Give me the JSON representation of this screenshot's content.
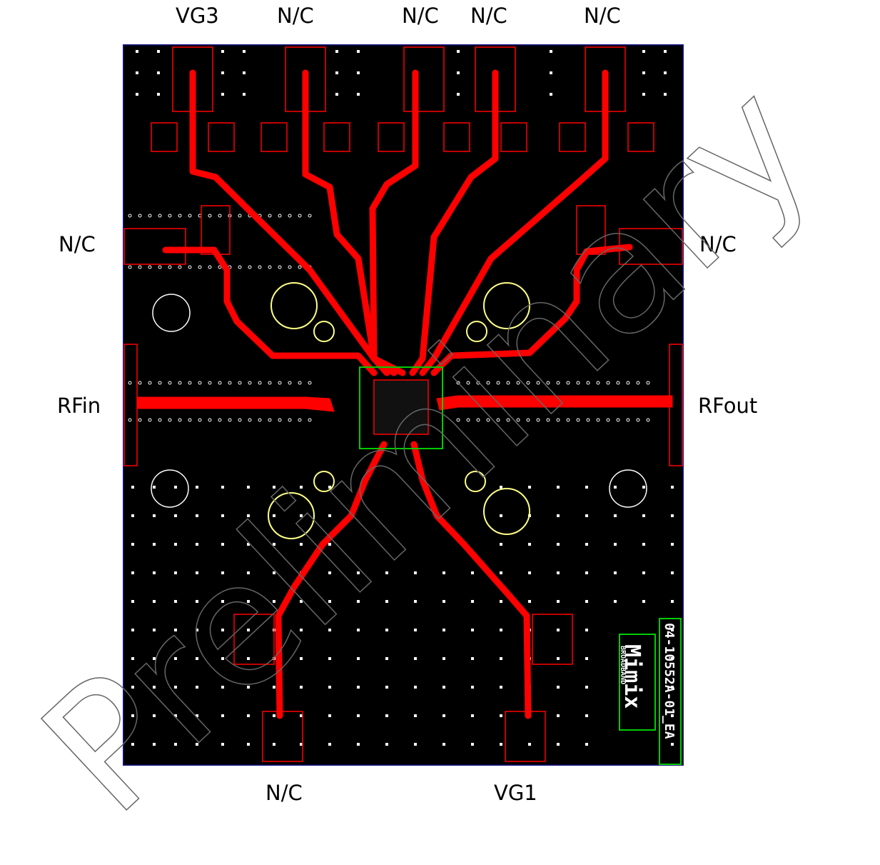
{
  "pins": {
    "top": [
      "VG3",
      "N/C",
      "N/C",
      "N/C",
      "N/C"
    ],
    "left": [
      "N/C",
      "RFin"
    ],
    "right": [
      "N/C",
      "RFout"
    ],
    "bottom": [
      "N/C",
      "VG1"
    ]
  },
  "board": {
    "silkscreen_part": "04-10552A-01_EA",
    "silkscreen_brand": "Mimix",
    "silkscreen_brand_sub": "BROADBAND",
    "colors": {
      "substrate": "#000000",
      "trace": "#ff0000",
      "via": "#ffffff",
      "capacitor": "#ffff88",
      "outline": "#00cc00",
      "edge": "#1a1a8c"
    }
  },
  "watermark": {
    "text": "Preliminary",
    "color": "#666666"
  }
}
